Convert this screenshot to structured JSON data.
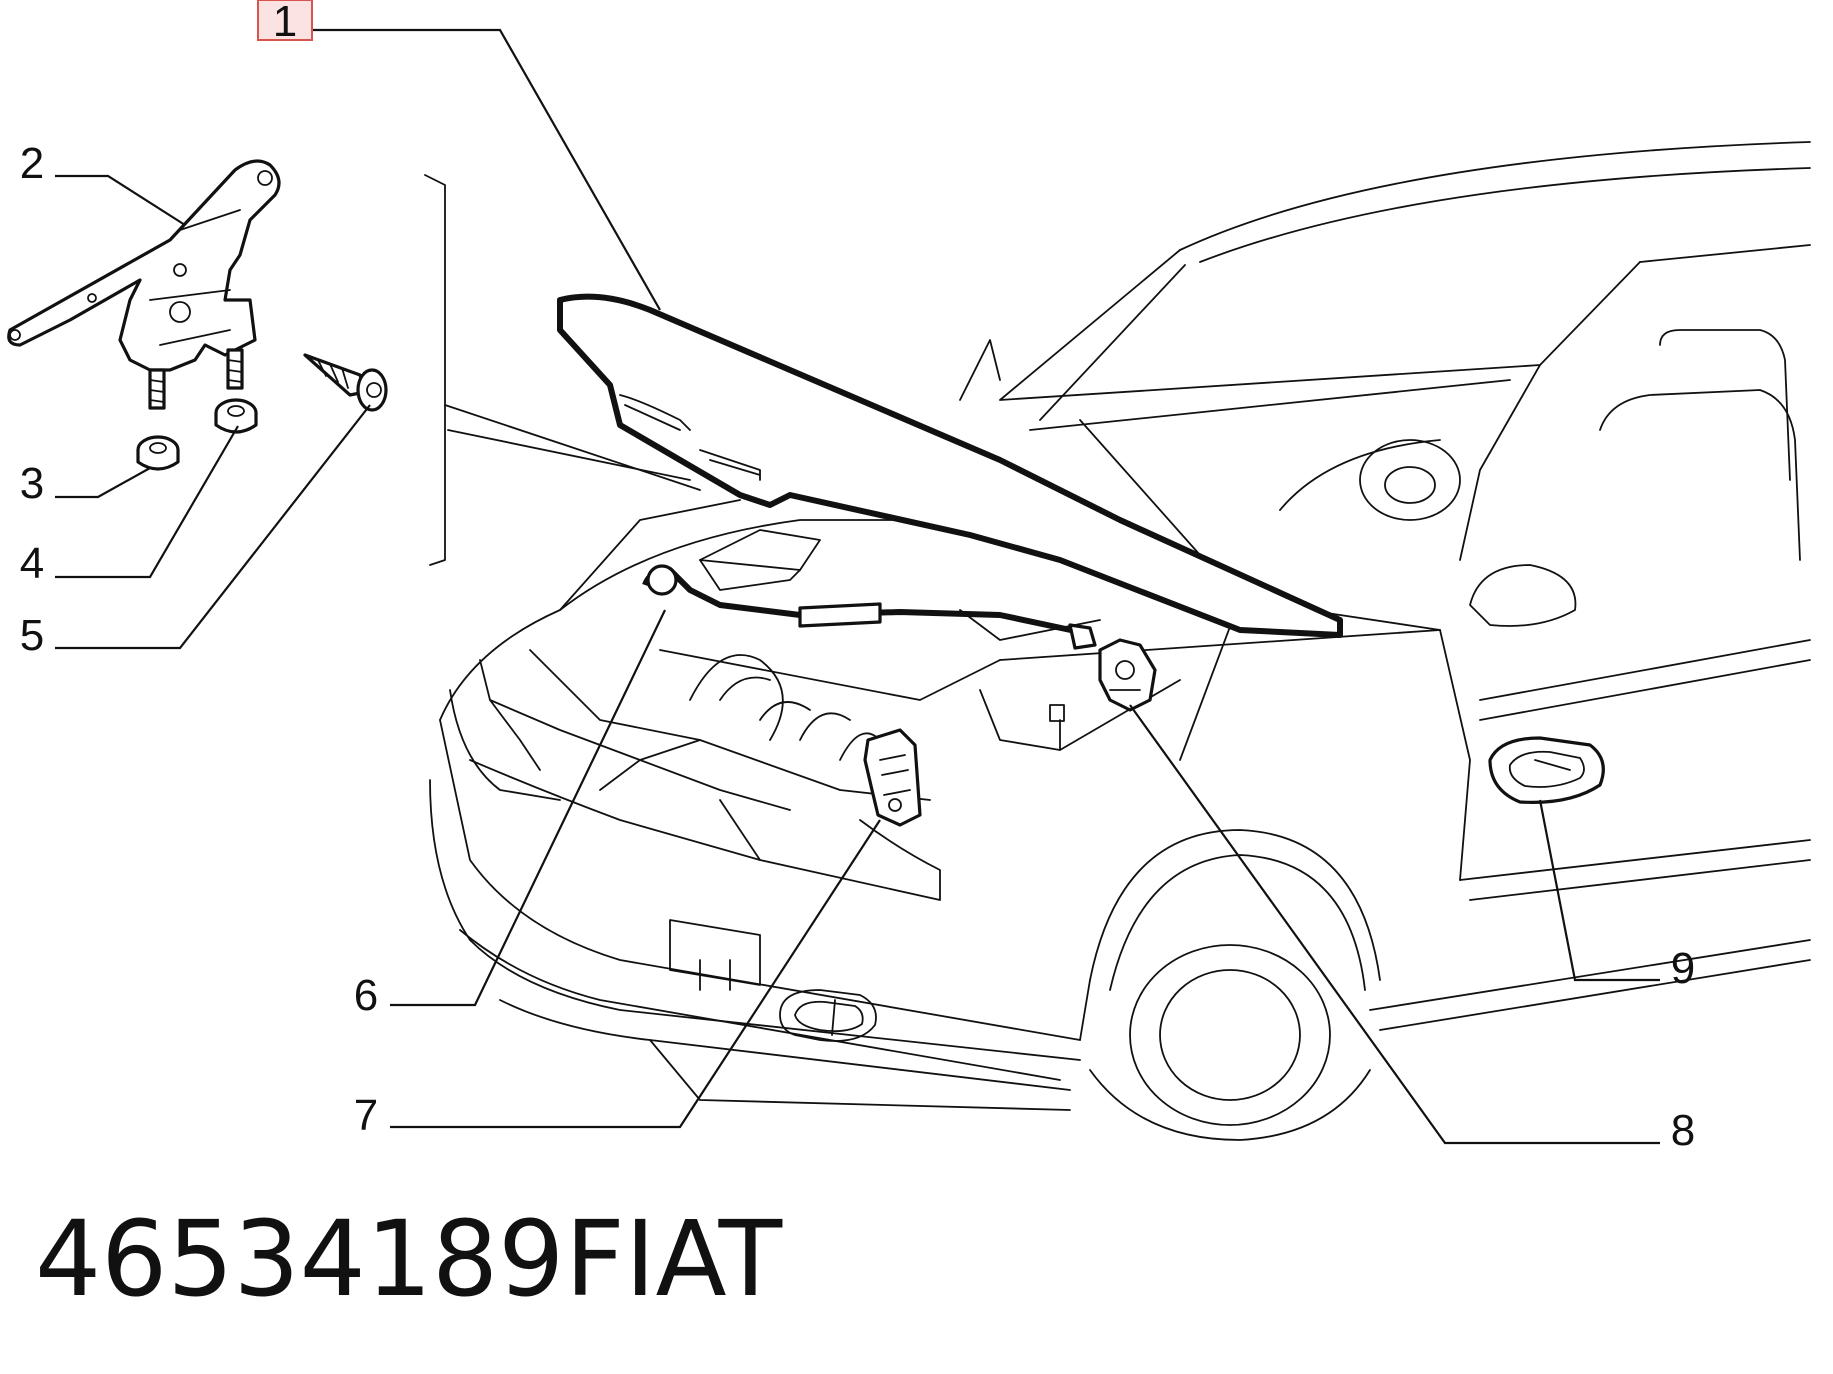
{
  "callouts": [
    {
      "id": "1",
      "text": "1",
      "highlighted": true
    },
    {
      "id": "2",
      "text": "2"
    },
    {
      "id": "3",
      "text": "3"
    },
    {
      "id": "4",
      "text": "4"
    },
    {
      "id": "5",
      "text": "5"
    },
    {
      "id": "6",
      "text": "6"
    },
    {
      "id": "7",
      "text": "7"
    },
    {
      "id": "8",
      "text": "8"
    },
    {
      "id": "9",
      "text": "9"
    }
  ],
  "footer": {
    "part_number": "46534189",
    "brand": "FIAT"
  },
  "colors": {
    "ink": "#111111",
    "highlight_fill": "#fbe3e3",
    "highlight_border": "#d9534f",
    "background": "#ffffff"
  }
}
